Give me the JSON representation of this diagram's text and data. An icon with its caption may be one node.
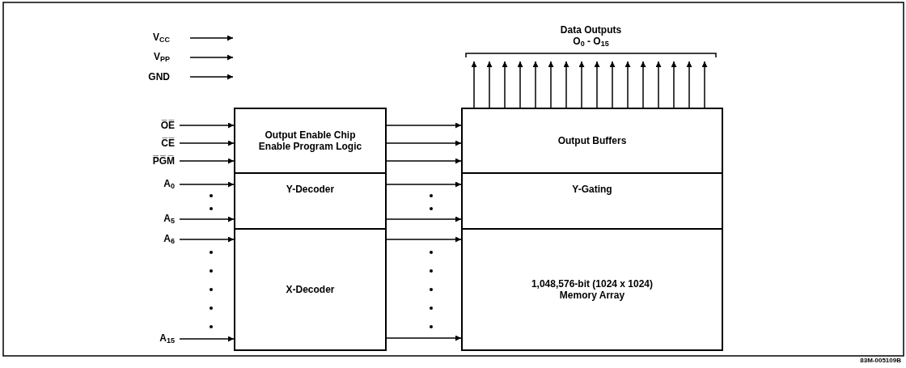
{
  "diagram": {
    "nodes": [
      {
        "text": [
          "V$_{CC}$"
        ]
      },
      {
        "text": [
          "V$_{PP}$"
        ]
      },
      {
        "text": [
          "GND"
        ]
      },
      {
        "text": [
          "O̅E̅"
        ]
      },
      {
        "text": [
          "C̅E̅"
        ]
      },
      {
        "text": [
          "P̅G̅M̅"
        ]
      },
      {
        "text": [
          "A$_{0}$"
        ]
      },
      {
        "text": [
          "A$_{5}$"
        ]
      },
      {
        "text": [
          "A$_{6}$"
        ]
      },
      {
        "text": [
          "A$_{15}$"
        ]
      },
      {
        "text": [
          "Output Enable Chip Enable Program Logic"
        ]
      },
      {
        "text": [
          "Y-Decoder"
        ]
      },
      {
        "text": [
          "X-Decoder"
        ]
      },
      {
        "text": [
          "Data Outputs",
          "O$_{0}$ - O$_{15}$"
        ]
      },
      {
        "text": [
          "Output Buffers"
        ]
      },
      {
        "text": [
          "Y-Gating"
        ]
      },
      {
        "text": [
          "1,048,576-bit (1024 x 1024) Memory Array"
        ]
      }
    ],
    "edges": [
      {
        "from": 0,
        "to": null,
        "arrow": "to"
      },
      {
        "from": 1,
        "to": null,
        "arrow": "to"
      },
      {
        "from": 2,
        "to": null,
        "arrow": "to"
      },
      {
        "from": 3,
        "to": 10,
        "arrow": "to"
      },
      {
        "from": 4,
        "to": 10,
        "arrow": "to"
      },
      {
        "from": 5,
        "to": 10,
        "arrow": "to"
      },
      {
        "from": 6,
        "to": 11,
        "arrow": "to"
      },
      {
        "from": 7,
        "to": 11,
        "arrow": "to"
      },
      {
        "from": 8,
        "to": 12,
        "arrow": "to"
      },
      {
        "from": 9,
        "to": 12,
        "arrow": "to"
      },
      {
        "from": 10,
        "to": 14,
        "arrow": "to"
      },
      {
        "from": 10,
        "to": 14,
        "arrow": "to"
      },
      {
        "from": 10,
        "to": 14,
        "arrow": "to"
      },
      {
        "from": 11,
        "to": 15,
        "arrow": "to"
      },
      {
        "from": 11,
        "to": 15,
        "arrow": "to"
      },
      {
        "from": 12,
        "to": 16,
        "arrow": "to"
      },
      {
        "from": 12,
        "to": 16,
        "arrow": "to"
      },
      {
        "from": 14,
        "to": 13,
        "arrow": "to"
      },
      {
        "from": 14,
        "to": 13,
        "arrow": "to"
      },
      {
        "from": 14,
        "to": 13,
        "arrow": "to"
      },
      {
        "from": 14,
        "to": 13,
        "arrow": "to"
      },
      {
        "from": 14,
        "to": 13,
        "arrow": "to"
      },
      {
        "from": 14,
        "to": 13,
        "arrow": "to"
      },
      {
        "from": 14,
        "to": 13,
        "arrow": "to"
      },
      {
        "from": 14,
        "to": 13,
        "arrow": "to"
      },
      {
        "from": 14,
        "to": 13,
        "arrow": "to"
      },
      {
        "from": 14,
        "to": 13,
        "arrow": "to"
      },
      {
        "from": 14,
        "to": 13,
        "arrow": "to"
      },
      {
        "from": 14,
        "to": 13,
        "arrow": "to"
      },
      {
        "from": 14,
        "to": 13,
        "arrow": "to"
      },
      {
        "from": 14,
        "to": 13,
        "arrow": "to"
      },
      {
        "from": 14,
        "to": 13,
        "arrow": "to"
      },
      {
        "from": 14,
        "to": 13,
        "arrow": "to"
      }
    ],
    "labels": [
      "83M-005109B"
    ]
  }
}
